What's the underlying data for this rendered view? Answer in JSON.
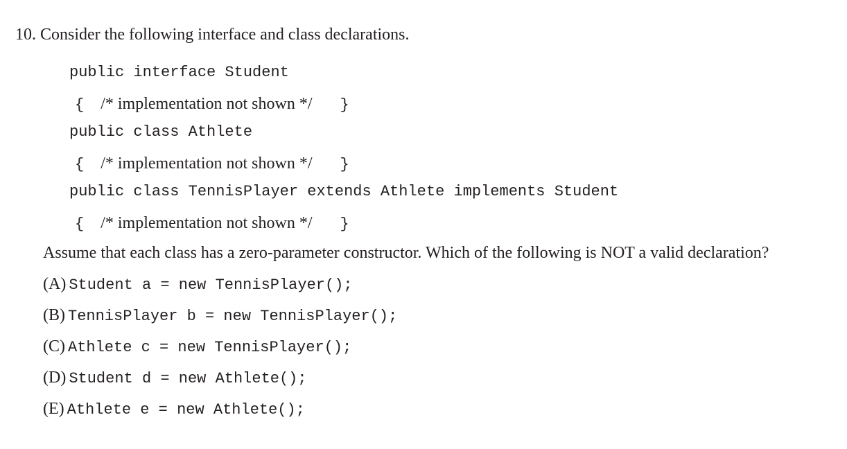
{
  "question": {
    "number_title": "10. Consider the following interface and class declarations.",
    "declarations": [
      {
        "header": "public interface Student",
        "body_open": "{",
        "comment": "/* implementation not shown */",
        "body_close": "}"
      },
      {
        "header": "public class Athlete",
        "body_open": "{",
        "comment": "/* implementation not shown */",
        "body_close": "}"
      },
      {
        "header": "public class TennisPlayer extends Athlete implements Student",
        "body_open": "{",
        "comment": "/* implementation not shown */",
        "body_close": "}"
      }
    ],
    "prompt": "Assume that each class has a zero-parameter constructor. Which of the following is NOT a valid declaration?",
    "choices": [
      {
        "label": "(A)",
        "code": "Student a = new TennisPlayer();"
      },
      {
        "label": "(B)",
        "code": "TennisPlayer b = new TennisPlayer();"
      },
      {
        "label": "(C)",
        "code": "Athlete c = new TennisPlayer();"
      },
      {
        "label": "(D)",
        "code": "Student d = new Athlete();"
      },
      {
        "label": "(E)",
        "code": "Athlete e = new Athlete();"
      }
    ]
  }
}
